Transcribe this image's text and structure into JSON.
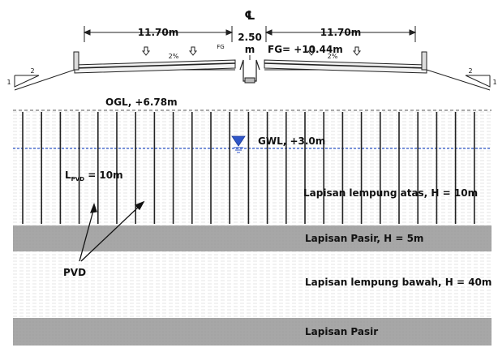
{
  "section": {
    "centerline_symbol": "℄",
    "left_width": "11.70m",
    "right_width": "11.70m",
    "median_width": "2.50",
    "median_unit": "m",
    "fg_small": "FG",
    "fg_level": "FG= +10.44m",
    "slope_left": "2%",
    "slope_right": "2%",
    "side_slope_h": "2",
    "side_slope_v": "1"
  },
  "levels": {
    "ogl": "OGL, +6.78m",
    "gwl": "GWL, +3.0m"
  },
  "pvd": {
    "length_main": "L",
    "length_sub": "PVD",
    "length_value": " = 10m",
    "label": "PVD"
  },
  "layers": [
    {
      "name": "Lapisan lempung atas, H = 10m",
      "kind": "clay"
    },
    {
      "name": "Lapisan Pasir, H = 5m",
      "kind": "sand"
    },
    {
      "name": "Lapisan lempung bawah, H = 40m",
      "kind": "clay"
    },
    {
      "name": "Lapisan Pasir",
      "kind": "sand"
    }
  ],
  "colors": {
    "sand": "#a9a9a9",
    "clay_lines": "#d9d9d9",
    "water": "#2f56c8",
    "pvd": "#222222"
  }
}
